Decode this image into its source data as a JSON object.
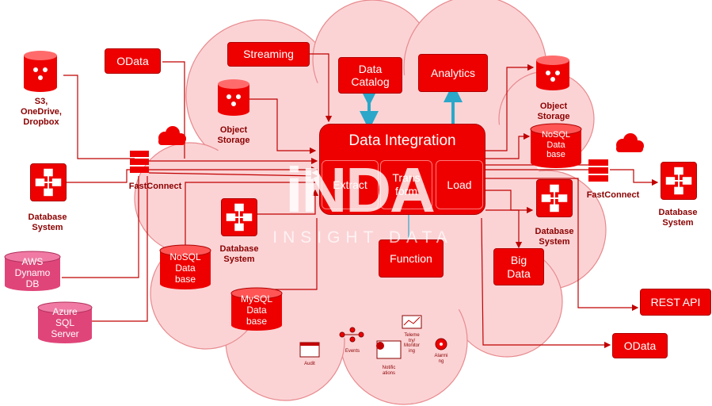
{
  "colors": {
    "primary": "#ee0000",
    "cloud": "#fbd3d5",
    "cloud_border": "#e88a8e",
    "pink": "#e0457a",
    "arrow": "#c00000",
    "blue_arrow": "#2aa7c9"
  },
  "left_sources": {
    "odata": "OData",
    "s3_label": "S3,\nOneDrive,\nDropbox",
    "database_system_label": "Database\nSystem",
    "fastconnect_label": "FastConnect",
    "aws_dynamo": "AWS\nDynamo\nDB",
    "azure_sql": "Azure\nSQL\nServer"
  },
  "cloud": {
    "streaming": "Streaming",
    "data_catalog": "Data\nCatalog",
    "analytics": "Analytics",
    "object_storage_left": "Object\nStorage",
    "object_storage_right": "Object\nStorage",
    "nosql_right": "NoSQL\nData\nbase",
    "nosql_left": "NoSQL\nData\nbase",
    "mysql": "MySQL\nData\nbase",
    "database_system_inner": "Database\nSystem",
    "database_system_right_inner": "Database\nSystem",
    "function": "Function",
    "big_data": "Big\nData",
    "data_integration": {
      "title": "Data Integration",
      "extract": "Extract",
      "transform": "Trans\nform",
      "load": "Load"
    },
    "icons": {
      "audit": "Audit",
      "events": "Events",
      "notifications": "Notific\nations",
      "telemetry": "Teleme\ntry/\nMonitor\ning",
      "alarming": "Alarmi\nng"
    }
  },
  "right_targets": {
    "fastconnect_label": "FastConnect",
    "database_system_label": "Database\nSystem",
    "rest_api": "REST API",
    "odata": "OData"
  },
  "watermark": {
    "main": "iNDA",
    "sub": "INSIGHT DATA"
  }
}
